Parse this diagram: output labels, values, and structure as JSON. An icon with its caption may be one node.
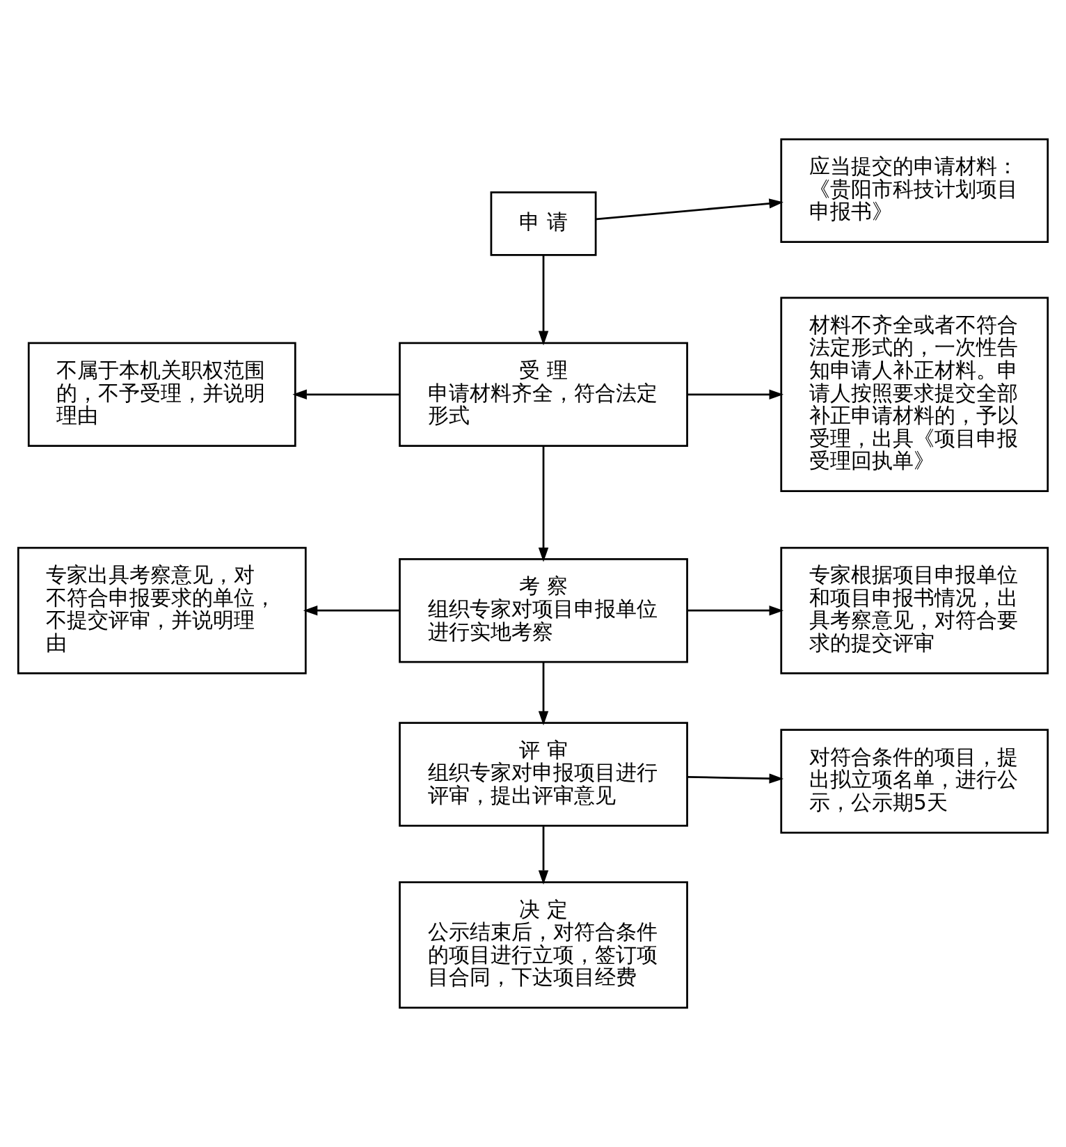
{
  "diagram": {
    "nodes": [
      {
        "text": [
          "申 请"
        ]
      },
      {
        "text": [
          "应当提交的申请材料：《贵阳市科技计划项目申报书》"
        ]
      },
      {
        "text": [
          "不属于本机关职权范围的，不予受理，并说明理由"
        ]
      },
      {
        "text": [
          "受 理",
          "申请材料齐全，符合法定形式"
        ]
      },
      {
        "text": [
          "材料不齐全或者不符合法定形式的，一次性告知申请人补正材料。申请人按照要求提交全部补正申请材料的，予以受理，出具《项目申报受理回执单》"
        ]
      },
      {
        "text": [
          "专家出具考察意见，对不符合申报要求的单位，不提交评审，并说明理由"
        ]
      },
      {
        "text": [
          "考 察",
          "组织专家对项目申报单位进行实地考察"
        ]
      },
      {
        "text": [
          "专家根据项目申报单位和项目申报书情况，出具考察意见，对符合要求的提交评审"
        ]
      },
      {
        "text": [
          "评 审",
          "组织专家对申报项目进行评审，提出评审意见"
        ]
      },
      {
        "text": [
          "对符合条件的项目，提出拟立项名单，进行公示，公示期5天"
        ]
      },
      {
        "text": [
          "决 定",
          "公示结束后，对符合条件的项目进行立项，签订项目合同，下达项目经费"
        ]
      }
    ],
    "edges": [
      {
        "from": 0,
        "to": 1,
        "arrow": "to"
      },
      {
        "from": 0,
        "to": 3,
        "arrow": "to"
      },
      {
        "from": 3,
        "to": 2,
        "arrow": "to"
      },
      {
        "from": 3,
        "to": 4,
        "arrow": "to"
      },
      {
        "from": 3,
        "to": 6,
        "arrow": "to"
      },
      {
        "from": 6,
        "to": 5,
        "arrow": "to"
      },
      {
        "from": 6,
        "to": 7,
        "arrow": "to"
      },
      {
        "from": 6,
        "to": 8,
        "arrow": "to"
      },
      {
        "from": 8,
        "to": 9,
        "arrow": "to"
      },
      {
        "from": 8,
        "to": 10,
        "arrow": "to"
      }
    ]
  }
}
